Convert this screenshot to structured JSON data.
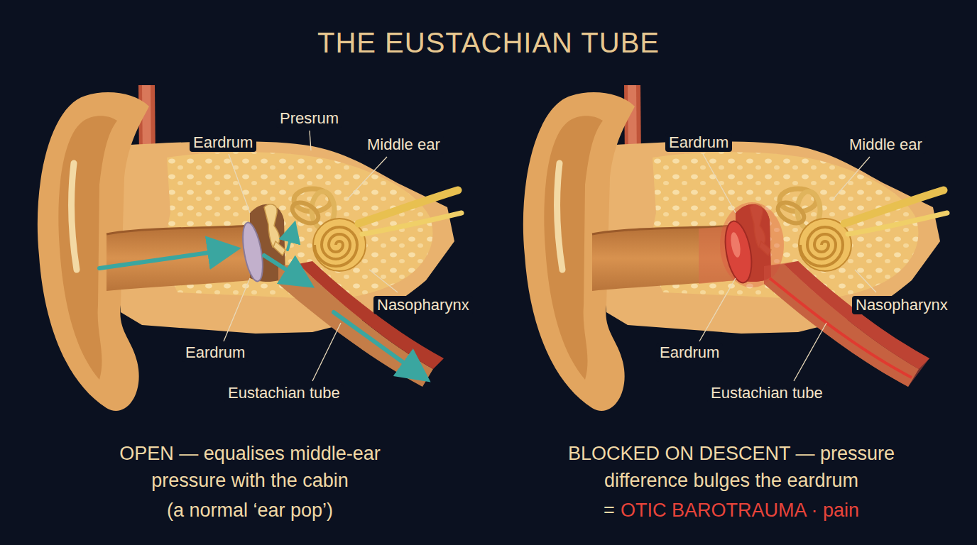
{
  "diagram": {
    "title": "THE EUSTACHIAN TUBE",
    "labels": [
      "Presrum",
      "Eardrum",
      "Middle ear",
      "Nasopharynx",
      "Eardrum",
      "Eustachian tube",
      "Eardrum",
      "Middle ear",
      "Nasopharynx",
      "Eardrum",
      "Eustachian tube",
      "OPEN — equalises middle-ear pressure with the cabin",
      "(a normal ‘ear pop’)",
      "BLOCKED ON DESCENT — pressure difference bulges the eardrum",
      "=",
      "OTIC BAROTRAUMA · pain"
    ]
  }
}
